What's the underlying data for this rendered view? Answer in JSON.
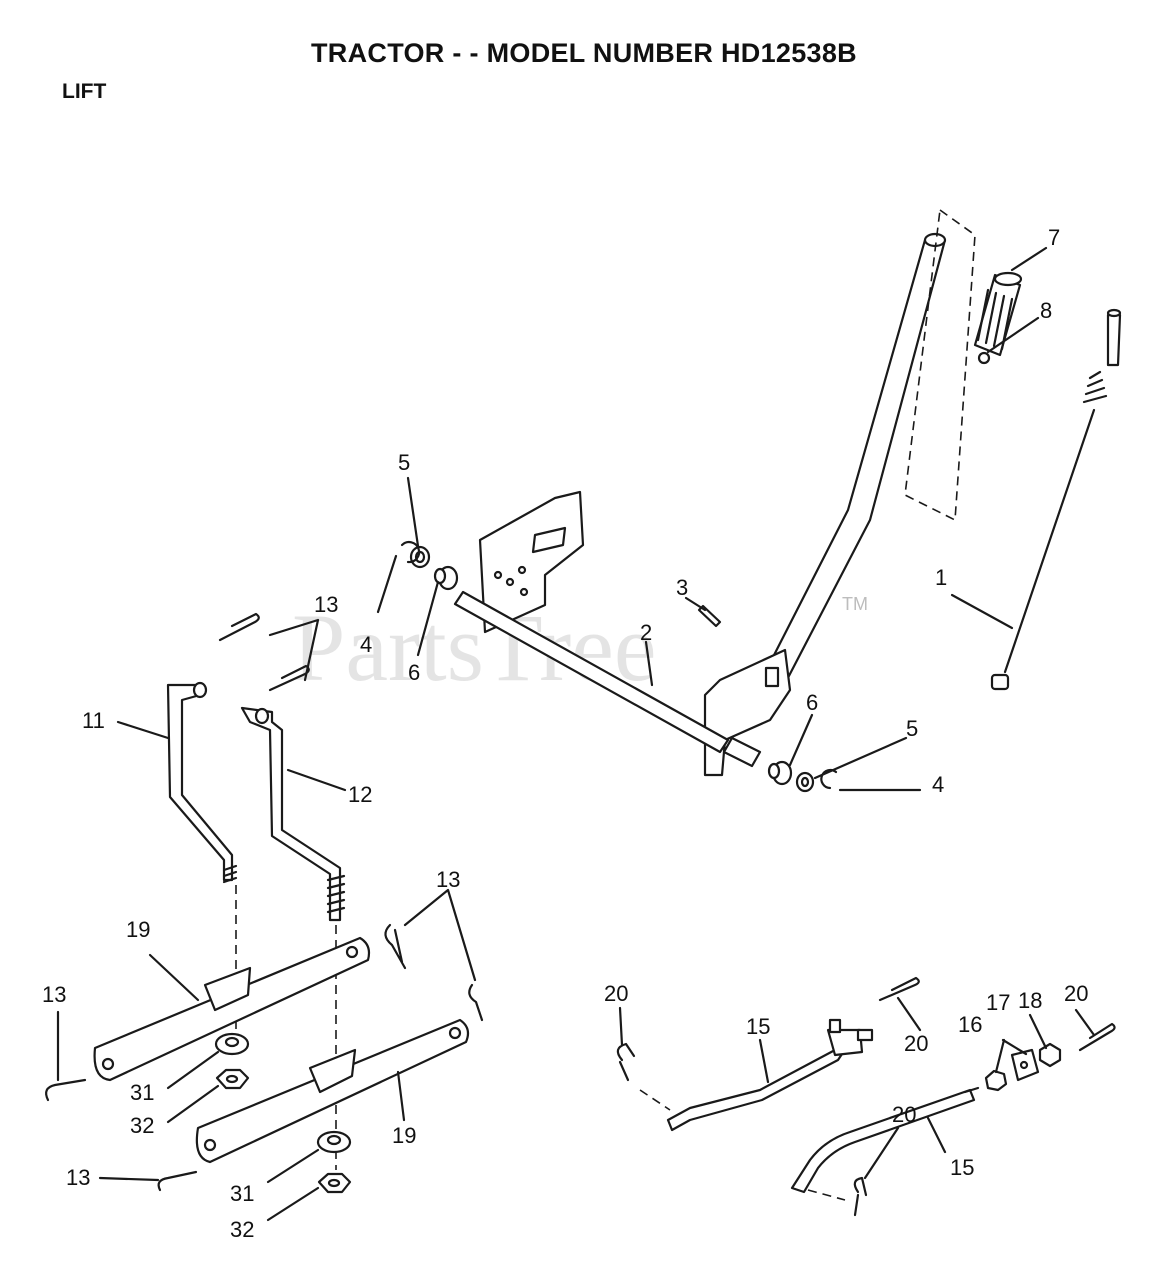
{
  "header": {
    "title": "TRACTOR - - MODEL NUMBER HD12538B",
    "section": "LIFT"
  },
  "watermark": {
    "text": "PartsTree",
    "trademark": "TM"
  },
  "callouts": [
    "7",
    "8",
    "5",
    "1",
    "3",
    "13",
    "4",
    "6",
    "2",
    "11",
    "12",
    "6",
    "5",
    "4",
    "13",
    "19",
    "13",
    "31",
    "32",
    "19",
    "13",
    "31",
    "32",
    "20",
    "15",
    "20",
    "17",
    "18",
    "20",
    "16",
    "15",
    "20"
  ]
}
